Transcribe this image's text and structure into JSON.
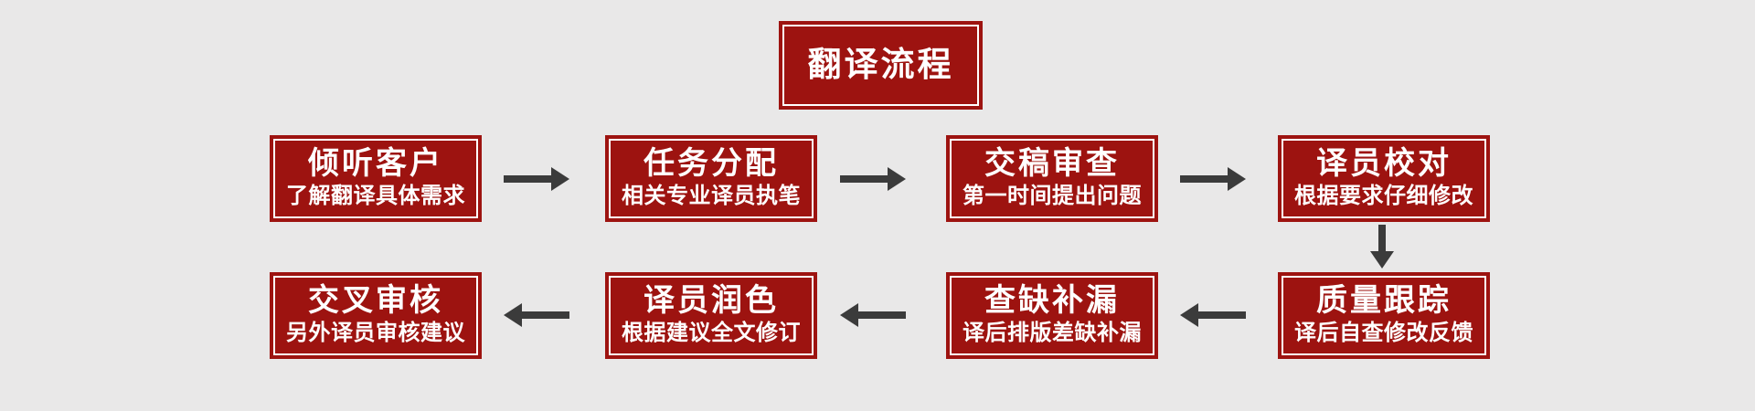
{
  "page": {
    "background": "#e9e8e8",
    "accent_red": "#9d1310",
    "arrow_color": "#3b3b3b",
    "text_color": "#ffffff"
  },
  "icons": {
    "arrow_right": "→",
    "arrow_left": "←",
    "arrow_down": "↓"
  },
  "title": {
    "label": "翻译流程"
  },
  "flow": {
    "row1": [
      {
        "title": "倾听客户",
        "subtitle": "了解翻译具体需求"
      },
      {
        "title": "任务分配",
        "subtitle": "相关专业译员执笔"
      },
      {
        "title": "交稿审查",
        "subtitle": "第一时间提出问题"
      },
      {
        "title": "译员校对",
        "subtitle": "根据要求仔细修改"
      }
    ],
    "row2": [
      {
        "title": "交叉审核",
        "subtitle": "另外译员审核建议"
      },
      {
        "title": "译员润色",
        "subtitle": "根据建议全文修订"
      },
      {
        "title": "查缺补漏",
        "subtitle": "译后排版差缺补漏"
      },
      {
        "title": "质量跟踪",
        "subtitle": "译后自查修改反馈"
      }
    ]
  }
}
